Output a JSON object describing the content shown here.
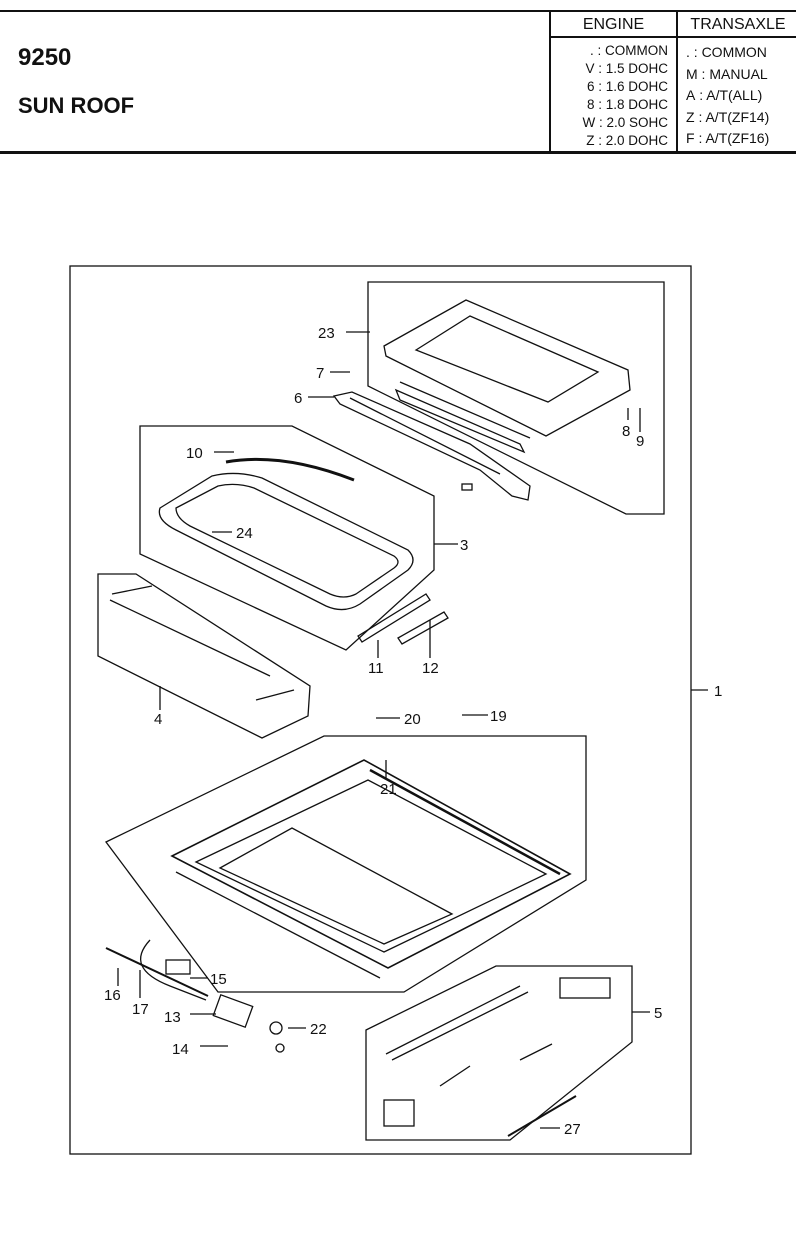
{
  "header": {
    "part_number": "9250",
    "part_name": "SUN ROOF"
  },
  "legend": {
    "engine": {
      "title": "ENGINE",
      "rows": [
        {
          "code": ".",
          "desc": "COMMON"
        },
        {
          "code": "V",
          "desc": "1.5 DOHC"
        },
        {
          "code": "6",
          "desc": "1.6 DOHC"
        },
        {
          "code": "8",
          "desc": "1.8 DOHC"
        },
        {
          "code": "W",
          "desc": "2.0 SOHC"
        },
        {
          "code": "Z",
          "desc": "2.0 DOHC"
        }
      ]
    },
    "transaxle": {
      "title": "TRANSAXLE",
      "rows": [
        {
          "code": ".",
          "desc": "COMMON"
        },
        {
          "code": "M",
          "desc": "MANUAL"
        },
        {
          "code": "A",
          "desc": "A/T(ALL)"
        },
        {
          "code": "Z",
          "desc": "A/T(ZF14)"
        },
        {
          "code": "F",
          "desc": "A/T(ZF16)"
        }
      ]
    }
  },
  "callouts": [
    "1",
    "3",
    "4",
    "5",
    "6",
    "7",
    "8",
    "9",
    "10",
    "11",
    "12",
    "13",
    "14",
    "15",
    "16",
    "17",
    "19",
    "20",
    "21",
    "22",
    "23",
    "24",
    "27"
  ]
}
